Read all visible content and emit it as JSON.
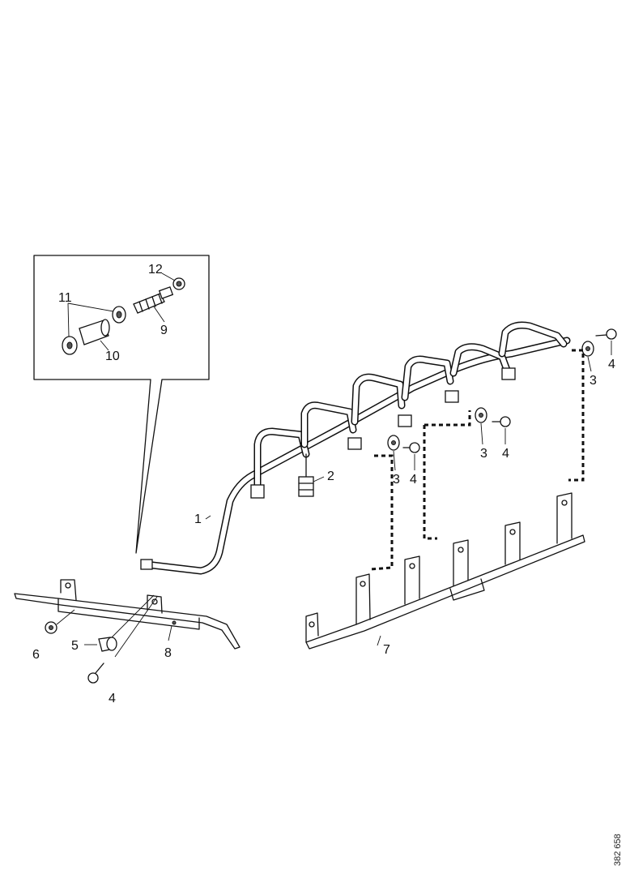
{
  "callouts": {
    "c1": "1",
    "c2": "2",
    "c3a": "3",
    "c3b": "3",
    "c3c": "3",
    "c4a": "4",
    "c4b": "4",
    "c4c": "4",
    "c4d": "4",
    "c5": "5",
    "c6": "6",
    "c7": "7",
    "c8": "8",
    "c9": "9",
    "c10": "10",
    "c11": "11",
    "c12": "12"
  },
  "reference_code": "382 658"
}
